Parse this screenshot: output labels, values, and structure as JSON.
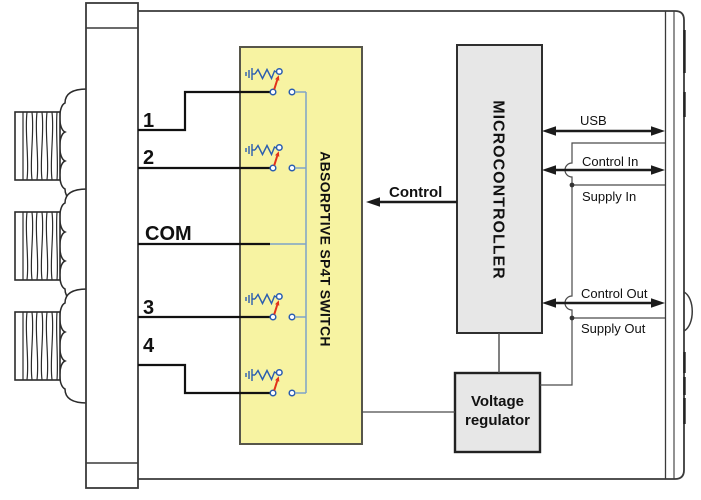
{
  "ports": {
    "port1": "1",
    "port2": "2",
    "com": "COM",
    "port3": "3",
    "port4": "4"
  },
  "switch_box": {
    "label": "ABSORPTIVE SP4T SWITCH",
    "fill": "#F7F3A2"
  },
  "microcontroller": {
    "label": "MICROCONTROLLER",
    "fill": "#E7E7E7"
  },
  "voltage_regulator": {
    "label_line1": "Voltage",
    "label_line2": "regulator",
    "fill": "#E7E7E7"
  },
  "signals": {
    "control": "Control",
    "usb": "USB",
    "control_in": "Control In",
    "supply_in": "Supply In",
    "control_out": "Control Out",
    "supply_out": "Supply Out"
  },
  "colors": {
    "schematic_blue": "#2A5DB0",
    "bus_blue": "#7FA3C8",
    "switch_arrow_red": "#E2311A",
    "line_dark": "#1B1B1B",
    "thin_line": "#4A4A4A",
    "box_border": "#2F2F2F",
    "switch_box_border": "#57564A"
  }
}
